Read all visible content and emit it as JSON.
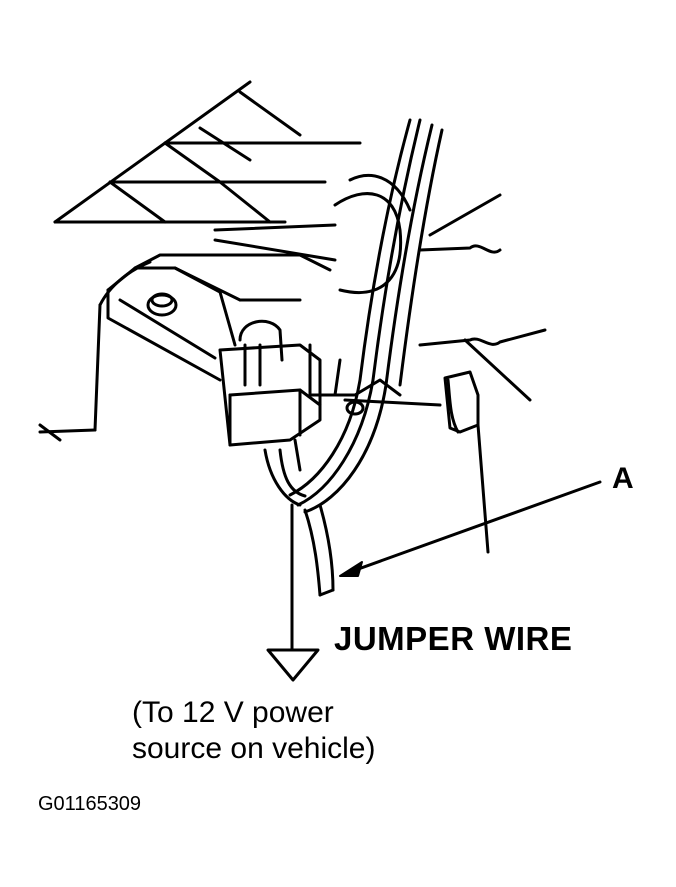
{
  "callout": {
    "letter": "A"
  },
  "jumper_wire": {
    "label": "JUMPER WIRE"
  },
  "power_note": {
    "line1": "(To 12 V power",
    "line2": "source on vehicle)"
  },
  "figure_id": "G01165309",
  "colors": {
    "ink": "#000000",
    "paper": "#ffffff"
  }
}
